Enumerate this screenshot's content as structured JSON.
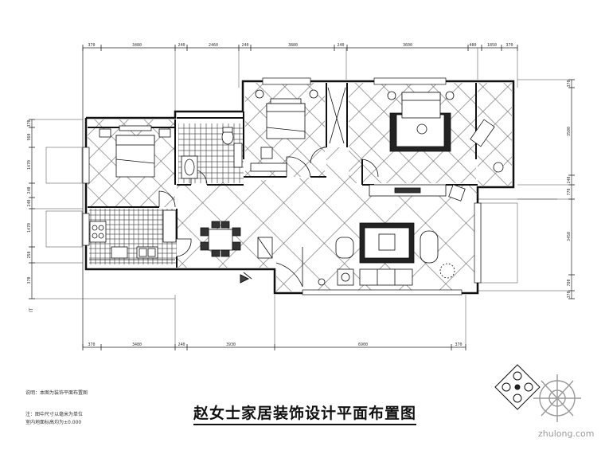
{
  "title": "赵女士家居装饰设计平面布置图",
  "watermark": "zhulong.com",
  "side_mark": "IT",
  "notes": [
    "说明：本图为装饰平面布置图",
    "注：图中尺寸以毫米为单位",
    "室内地面标高均为±0.000"
  ],
  "dims_top": [
    "370",
    "3480",
    "240",
    "2460",
    "240",
    "3880",
    "240",
    "3600",
    "480",
    "1850",
    "370"
  ],
  "dims_bottom": [
    "370",
    "3480",
    "240",
    "3930",
    "6900",
    "370"
  ],
  "dims_left": [
    "370",
    "960",
    "1470",
    "240",
    "240",
    "1470",
    "250",
    "370"
  ],
  "dims_right": [
    "370",
    "3500",
    "240",
    "770",
    "3450",
    "780",
    "370"
  ],
  "colors": {
    "line": "#111111",
    "tile": "#555555",
    "bg": "#ffffff"
  },
  "icons": [
    "compass-rose-icon",
    "zhulong-logo-icon",
    "entry-arrow-icon"
  ]
}
